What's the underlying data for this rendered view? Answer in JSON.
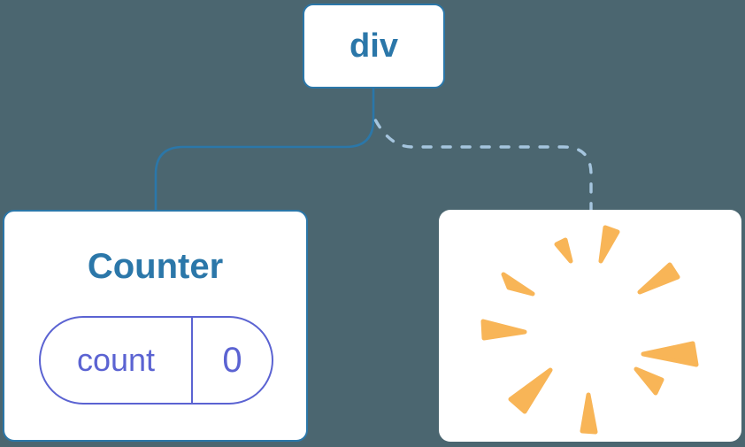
{
  "tree": {
    "root": {
      "label": "div",
      "type": "host-element"
    },
    "counter": {
      "title": "Counter",
      "link_style": "solid",
      "state": {
        "key": "count",
        "value": "0"
      }
    },
    "removed": {
      "icon": "poof-burst",
      "link_style": "dashed"
    }
  },
  "colors": {
    "background": "#4b6670",
    "blue": "#2b77a9",
    "dashed_blue": "#a5c5de",
    "indigo": "#5b63d2",
    "orange": "#f8b557",
    "card_bg": "#ffffff"
  }
}
